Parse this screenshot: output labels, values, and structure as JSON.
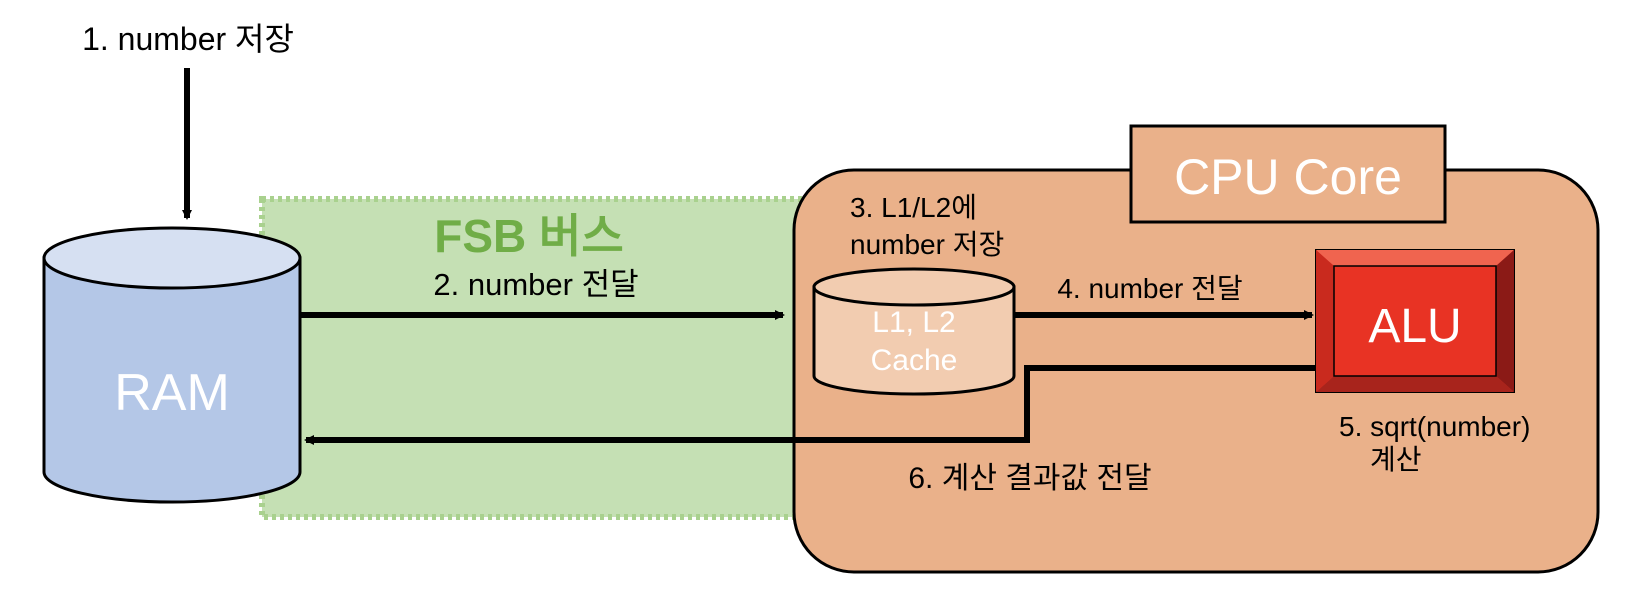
{
  "labels": {
    "step1": "1. number 저장",
    "fsb_title": "FSB 버스",
    "step2": "2. number 전달",
    "ram": "RAM",
    "step3_line1": "3. L1/L2에",
    "step3_line2": "number 저장",
    "cache_line1": "L1, L2",
    "cache_line2": "Cache",
    "step4": "4. number 전달",
    "cpu_core": "CPU Core",
    "alu": "ALU",
    "step5_line1": "5. sqrt(number)",
    "step5_line2": "계산",
    "step6": "6. 계산 결과값 전달"
  },
  "colors": {
    "ram_fill": "#b4c7e7",
    "ram_top": "#d6e0f2",
    "fsb_fill": "#c5e0b4",
    "fsb_border": "#a9d18e",
    "fsb_text": "#70ad47",
    "cpu_fill": "#eab18a",
    "cache_fill": "#f2ccb0",
    "alu_fill": "#e83324",
    "alu_bevel": "#8b1a16",
    "arrow": "#000000"
  }
}
